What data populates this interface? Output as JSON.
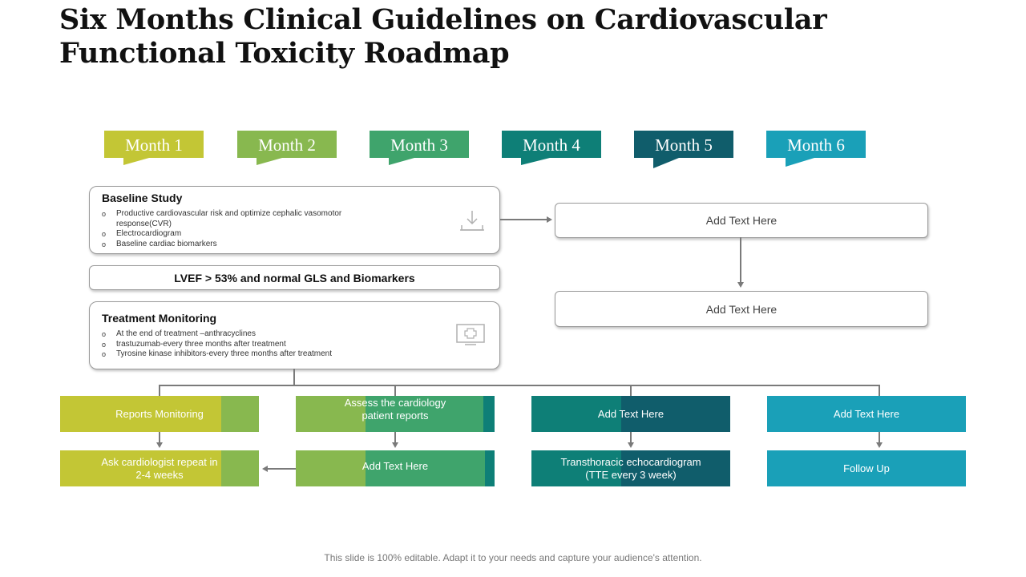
{
  "title": "Six Months Clinical Guidelines on Cardiovascular Functional Toxicity Roadmap",
  "months": [
    "Month 1",
    "Month 2",
    "Month 3",
    "Month 4",
    "Month 5",
    "Month 6"
  ],
  "colors": {
    "month1": "#c3c635",
    "month2": "#88b84f",
    "month3": "#3fa46c",
    "month4": "#0e7f77",
    "month5": "#105d6b",
    "month6": "#1aa0b8"
  },
  "baseline": {
    "heading": "Baseline Study",
    "items": [
      "Productive cardiovascular risk and optimize cephalic vasomotor response(CVR)",
      "Electrocardiogram",
      "Baseline cardiac biomarkers"
    ],
    "icon": "download-tray-icon"
  },
  "lvef": "LVEF > 53% and normal GLS and Biomarkers",
  "treatment": {
    "heading": "Treatment Monitoring",
    "items": [
      "At the end of treatment –anthracyclines",
      " trastuzumab-every three months after treatment",
      "Tyrosine kinase inhibitors-every three months after treatment"
    ],
    "icon": "medical-monitor-icon"
  },
  "right_boxes": [
    "Add Text Here",
    "Add Text Here"
  ],
  "columns": [
    {
      "top": "Reports Monitoring",
      "bottom": "Ask cardiologist repeat in 2-4 weeks"
    },
    {
      "top": "Assess the cardiology patient reports",
      "bottom": "Add Text Here"
    },
    {
      "top": "Add Text Here",
      "bottom": "Transthoracic  echocardiogram (TTE  every  3 week)"
    },
    {
      "top": "Add Text Here",
      "bottom": "Follow Up"
    }
  ],
  "footer": "This slide is 100% editable. Adapt it to your needs and capture your audience's attention."
}
